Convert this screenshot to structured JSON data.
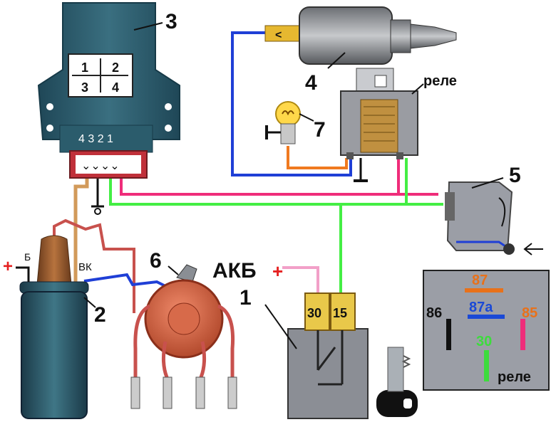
{
  "components": {
    "commutator": {
      "callout": "3",
      "connector_pins": [
        "1",
        "2",
        "3",
        "4"
      ],
      "terminal_numbers": "4 3 2 1"
    },
    "starter_solenoid": {
      "callout": "4"
    },
    "relay": {
      "label": "реле"
    },
    "lamp": {
      "callout": "7"
    },
    "hall_sensor": {
      "callout": "5"
    },
    "ignition_coil": {
      "callout": "2",
      "terminal_b": "Б",
      "terminal_vk": "ВК"
    },
    "distributor": {
      "callout": "6"
    },
    "ignition_switch": {
      "callout": "1",
      "terminal_30": "30",
      "terminal_15": "15"
    },
    "battery": {
      "label": "АКБ",
      "plus": "+"
    }
  },
  "relay_pinout": {
    "title": "реле",
    "pins": [
      {
        "label": "87",
        "color": "#e8711a"
      },
      {
        "label": "87a",
        "color": "#1a49d6"
      },
      {
        "label": "86",
        "color": "#111111"
      },
      {
        "label": "85",
        "color": "#e8711a"
      },
      {
        "label": "30",
        "color": "#3ddc3d"
      }
    ]
  },
  "colors": {
    "wire_blue": "#1f3fd6",
    "wire_pink": "#ef2d7a",
    "wire_green": "#44ee44",
    "wire_orange": "#f07a20",
    "wire_tan": "#d29a5a",
    "wire_red": "#c8514d",
    "plus_red": "#e52020",
    "box_grey": "#8a8e97",
    "module_teal": "#2c5a6a"
  }
}
